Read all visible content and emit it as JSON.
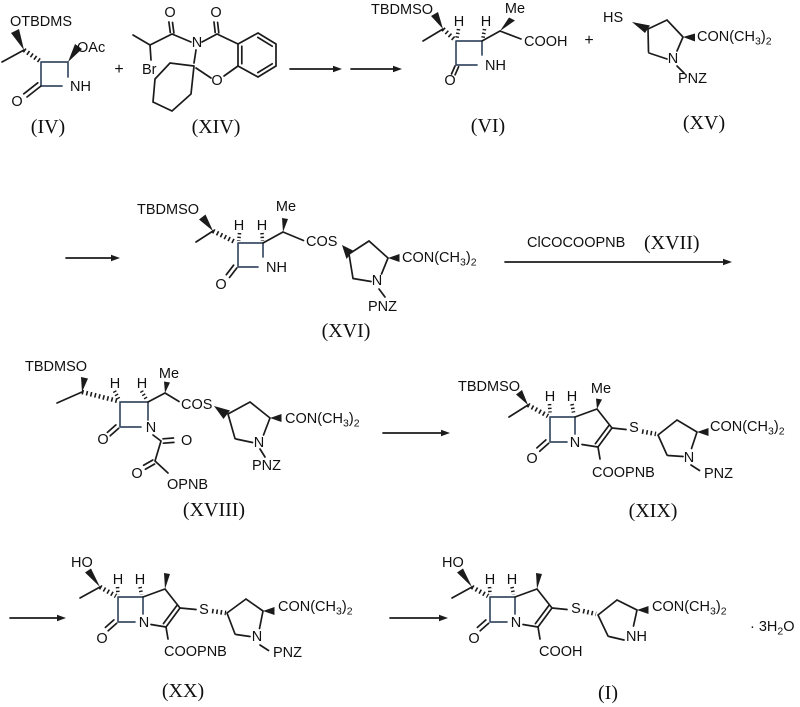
{
  "figure": {
    "type": "chemical-reaction-scheme",
    "background": "#ffffff",
    "ink": "#1b1b1b",
    "lactam_ring_tint": "#3b4d66"
  },
  "labels": {
    "otbdms": "OTBDMS",
    "tbdmso": "TBDMSO",
    "oac": "OAc",
    "nh": "NH",
    "o": "O",
    "n": "N",
    "h": "H",
    "me": "Me",
    "br": "Br",
    "plus": "+",
    "cooh": "COOH",
    "hs": "HS",
    "cos": "COS",
    "s": "S",
    "pnz": "PNZ",
    "opnb": "OPNB",
    "coopnb": "COOPNB",
    "ho": "HO",
    "amide": [
      "CON(CH",
      "3",
      ")",
      "2"
    ],
    "hydrate": [
      "· 3H",
      "2",
      "O"
    ]
  },
  "reagents": {
    "xvii_formula": "ClCOCOOPNB",
    "xvii_id": "(XVII)"
  },
  "compounds": {
    "iv": "(IV)",
    "xiv": "(XIV)",
    "vi": "(VI)",
    "xv": "(XV)",
    "xvi": "(XVI)",
    "xviii": "(XVIII)",
    "xix": "(XIX)",
    "xx": "(XX)",
    "i": "(I)"
  },
  "reaction_summary": [
    "(IV) + (XIV) → → (VI) + (XV)",
    "→ (XVI) — ClCOCOOPNB (XVII) →",
    "(XVIII) → (XIX)",
    "→ (XX) → (I) · 3H2O"
  ]
}
